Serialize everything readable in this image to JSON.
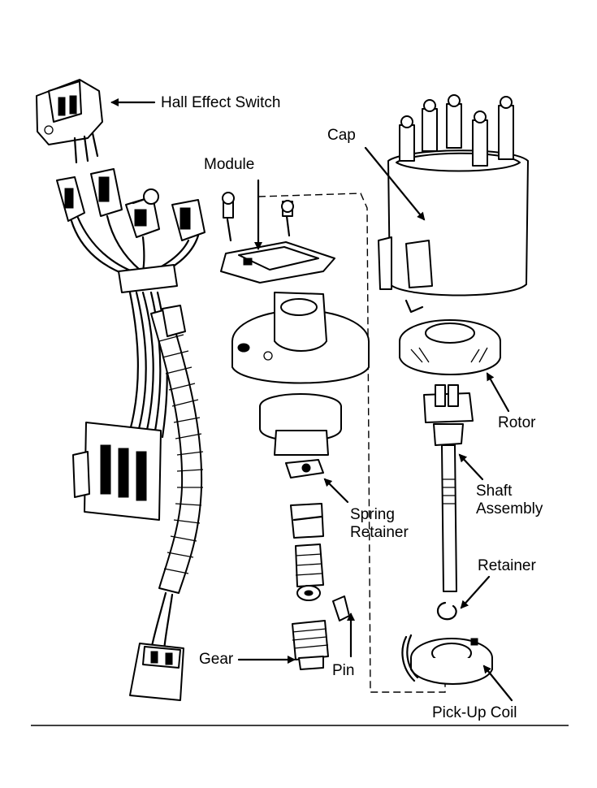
{
  "labels": {
    "hall_effect_switch": "Hall Effect Switch",
    "cap": "Cap",
    "module": "Module",
    "rotor": "Rotor",
    "shaft_assembly_line1": "Shaft",
    "shaft_assembly_line2": "Assembly",
    "spring_retainer_line1": "Spring",
    "spring_retainer_line2": "Retainer",
    "retainer": "Retainer",
    "gear": "Gear",
    "pin": "Pin",
    "pick_up_coil": "Pick-Up Coil"
  }
}
